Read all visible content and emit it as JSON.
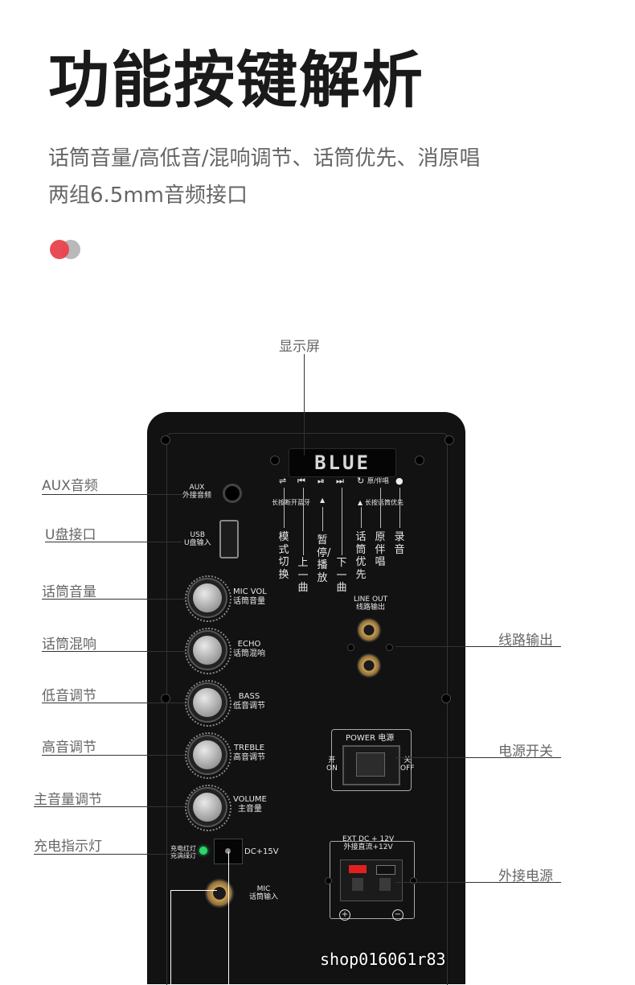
{
  "header": {
    "title": "功能按键解析",
    "subtitle_line1": "话筒音量/高低音/混响调节、话筒优先、消原唱",
    "subtitle_line2": "两组6.5mm音频接口",
    "dot_colors": [
      "#e8424c",
      "#b9b9b9"
    ]
  },
  "callouts": {
    "display": "显示屏",
    "aux": "AUX音频",
    "usb": "U盘接口",
    "mic_vol": "话筒音量",
    "echo": "话筒混响",
    "bass": "低音调节",
    "treble": "高音调节",
    "volume": "主音量调节",
    "charge": "充电指示灯",
    "line_out": "线路输出",
    "power": "电源开关",
    "ext_power": "外接电源"
  },
  "panel": {
    "screen_text": "BLUE",
    "aux_label1": "AUX",
    "aux_label2": "外接音频",
    "usb_label1": "USB",
    "usb_label2": "U盘输入",
    "buttons": [
      {
        "icon": "⇌",
        "name": "模式切换"
      },
      {
        "icon": "⏮",
        "name": "上一曲"
      },
      {
        "icon": "⏯",
        "name": "暂停/播放"
      },
      {
        "icon": "⏭",
        "name": "下一曲"
      },
      {
        "icon": "↻",
        "name": "话筒优先"
      },
      {
        "icon": "原/伴唱",
        "name": "原伴唱"
      },
      {
        "icon": "●",
        "name": "录音"
      }
    ],
    "long_press_bt": "长按断开蓝牙",
    "long_press_mic": "长按话筒优先",
    "line_out1": "LINE OUT",
    "line_out2": "线路输出",
    "knobs": [
      {
        "en": "MIC VOL",
        "cn": "话筒音量"
      },
      {
        "en": "ECHO",
        "cn": "话筒混响"
      },
      {
        "en": "BASS",
        "cn": "低音调节"
      },
      {
        "en": "TREBLE",
        "cn": "高音调节"
      },
      {
        "en": "VOLUME",
        "cn": "主音量"
      }
    ],
    "power_label": "POWER 电源",
    "on_cn": "开",
    "on_en": "ON",
    "off_cn": "关",
    "off_en": "OFF",
    "charge1": "充电红灯",
    "charge2": "充满绿灯",
    "dc_label": "DC+15V",
    "mic_label1": "MIC",
    "mic_label2": "话筒输入",
    "ext_dc1": "EXT DC + 12V",
    "ext_dc2": "外接直流+12V",
    "plus": "+",
    "minus": "−"
  },
  "watermark": "shop016061r83"
}
